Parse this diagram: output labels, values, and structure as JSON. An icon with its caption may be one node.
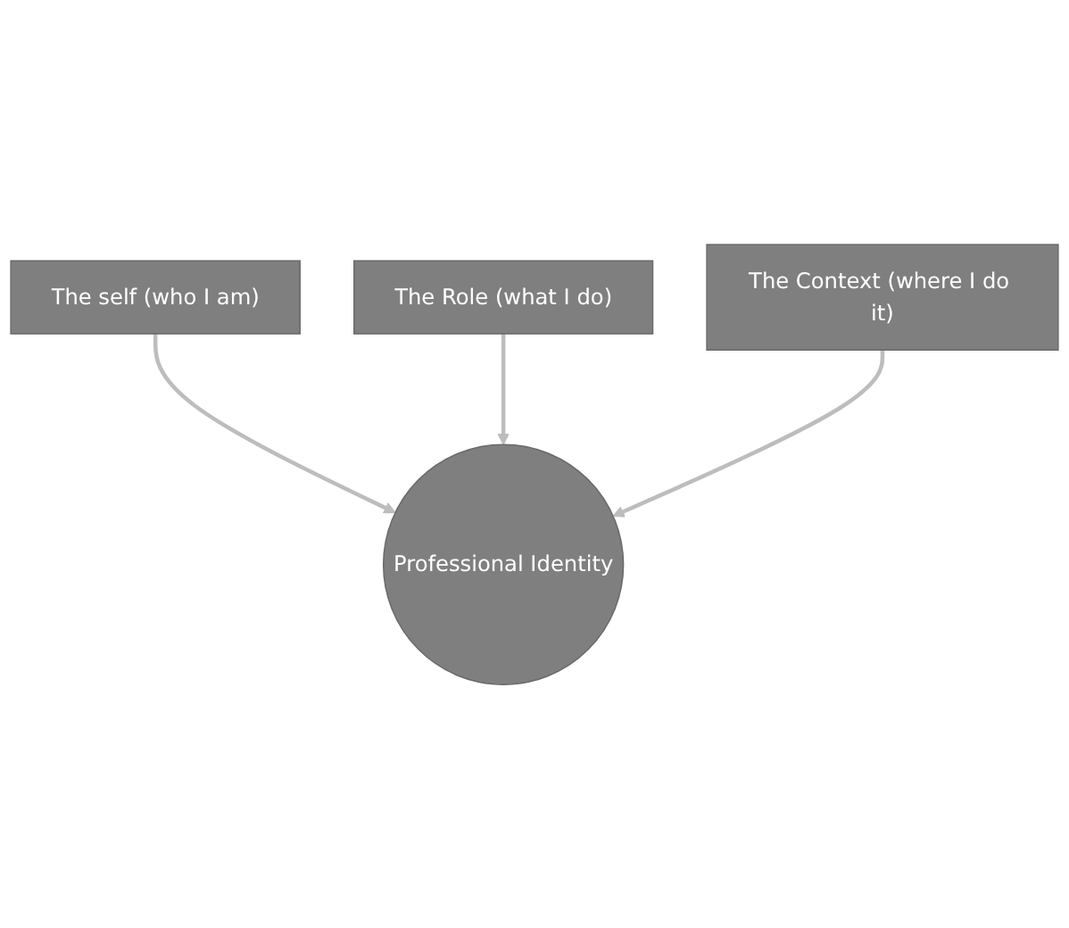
{
  "diagram": {
    "nodes": [
      {
        "text": [
          "The self (who I am)"
        ]
      },
      {
        "text": [
          "The Role (what I do)"
        ]
      },
      {
        "text": [
          "The Context (where I do it)"
        ]
      },
      {
        "text": [
          "Professional Identity"
        ]
      }
    ],
    "edges": [
      {
        "from": 0,
        "to": 3,
        "arrow": "to"
      },
      {
        "from": 1,
        "to": 3,
        "arrow": "to"
      },
      {
        "from": 2,
        "to": 3,
        "arrow": "to"
      }
    ]
  }
}
